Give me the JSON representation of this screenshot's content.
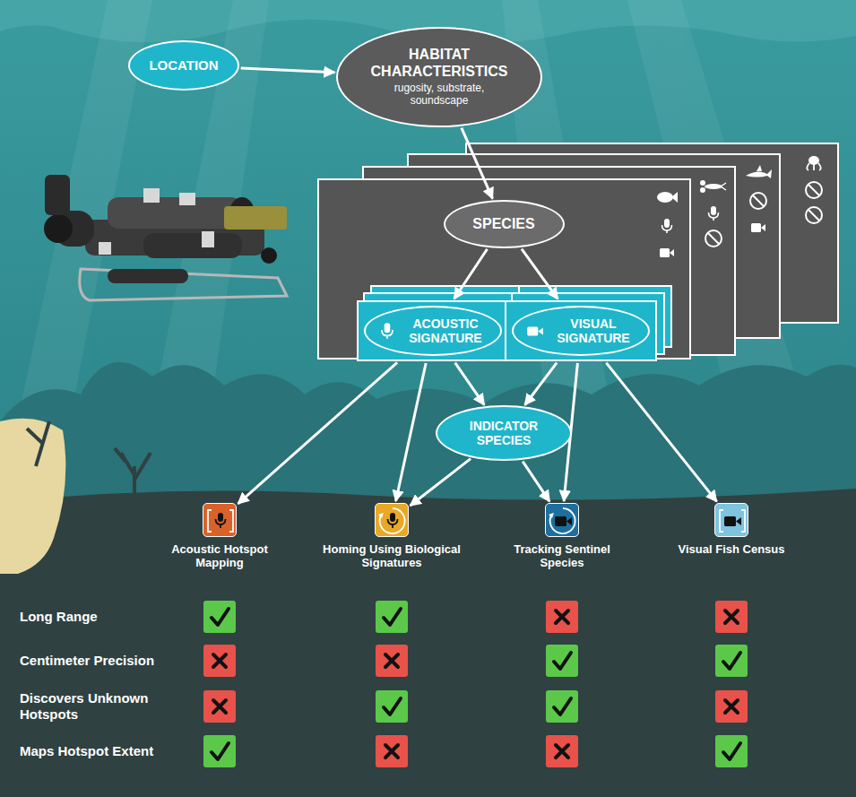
{
  "diagram": {
    "nodes": [
      {
        "text": [
          "LOCATION"
        ]
      },
      {
        "text": [
          "HABITAT CHARACTERISTICS",
          "rugosity, substrate, soundscape"
        ]
      },
      {
        "text": [
          "SPECIES"
        ]
      },
      {
        "text": [
          "ACOUSTIC SIGNATURE"
        ]
      },
      {
        "text": [
          "VISUAL SIGNATURE"
        ]
      },
      {
        "text": [
          "INDICATOR SPECIES"
        ]
      },
      {
        "text": [
          "Acoustic Hotspot Mapping"
        ]
      },
      {
        "text": [
          "Homing Using Biological Signatures"
        ]
      },
      {
        "text": [
          "Tracking Sentinel Species"
        ]
      },
      {
        "text": [
          "Visual Fish Census"
        ]
      }
    ],
    "edges": [
      {
        "from": 0,
        "to": 1,
        "arrow": "to"
      },
      {
        "from": 1,
        "to": 2,
        "arrow": "to"
      },
      {
        "from": 2,
        "to": 3,
        "arrow": "to"
      },
      {
        "from": 2,
        "to": 4,
        "arrow": "to"
      },
      {
        "from": 3,
        "to": 6,
        "arrow": "to"
      },
      {
        "from": 3,
        "to": 7,
        "arrow": "to"
      },
      {
        "from": 3,
        "to": 5,
        "arrow": "to"
      },
      {
        "from": 4,
        "to": 5,
        "arrow": "to"
      },
      {
        "from": 4,
        "to": 8,
        "arrow": "to"
      },
      {
        "from": 4,
        "to": 9,
        "arrow": "to"
      },
      {
        "from": 5,
        "to": 7,
        "arrow": "to"
      },
      {
        "from": 5,
        "to": 8,
        "arrow": "to"
      }
    ],
    "labels": [
      "Long Range",
      "Centimeter Precision",
      "Discovers Unknown Hotspots",
      "Maps Hotspot Extent"
    ]
  }
}
